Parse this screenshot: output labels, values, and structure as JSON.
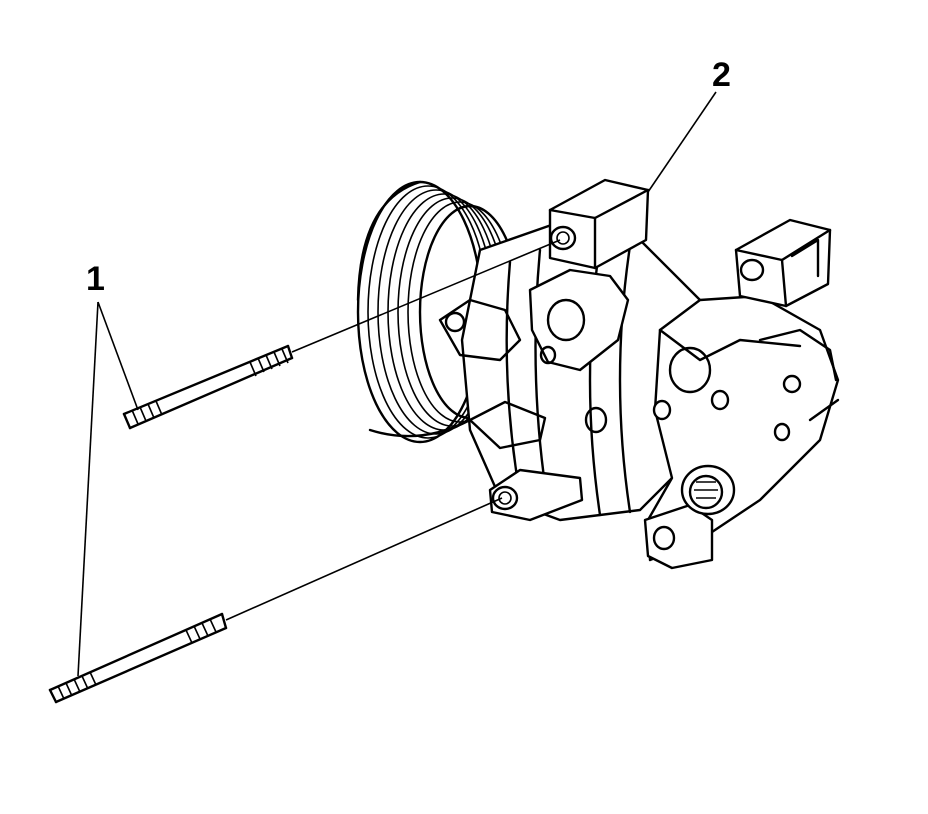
{
  "callouts": {
    "studs": "1",
    "compressor": "2"
  },
  "parts": [
    {
      "callout": "1",
      "icon": "stud-bolt-icon",
      "count": 2
    },
    {
      "callout": "2",
      "icon": "ac-compressor-icon"
    }
  ],
  "colors": {
    "line": "#000000",
    "background": "#ffffff"
  }
}
